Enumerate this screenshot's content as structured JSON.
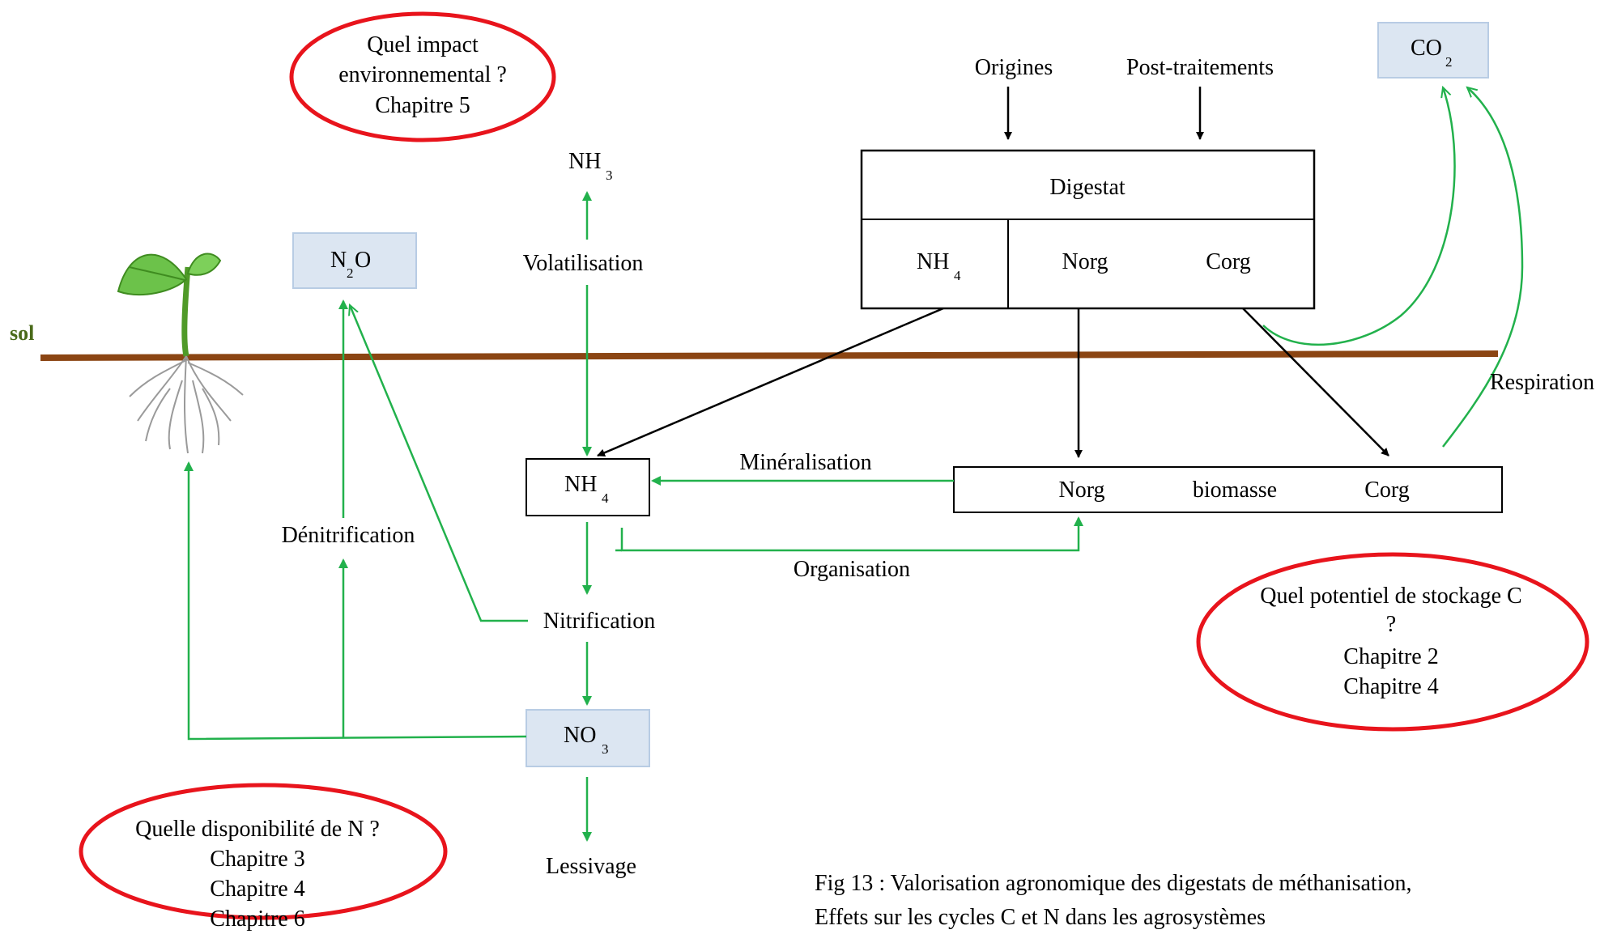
{
  "soil_label": "sol",
  "top": {
    "origins": "Origines",
    "post_treatments": "Post-traitements",
    "co2": {
      "base": "CO",
      "sub": "2"
    },
    "nh3": {
      "base": "NH",
      "sub": "3"
    },
    "n2o": {
      "base": "N",
      "sub": "2",
      "tail": "O"
    }
  },
  "digestat_box": {
    "title": "Digestat",
    "nh4": {
      "base": "NH",
      "sub": "4"
    },
    "norg": "Norg",
    "corg": "Corg"
  },
  "processes": {
    "volatilisation": "Volatilisation",
    "denitrification": "Dénitrification",
    "mineralisation": "Minéralisation",
    "organisation": "Organisation",
    "nitrification": "Nitrification",
    "lessivage": "Lessivage",
    "respiration": "Respiration"
  },
  "pools": {
    "nh4": {
      "base": "NH",
      "sub": "4"
    },
    "no3": {
      "base": "NO",
      "sub": "3"
    },
    "biomass": {
      "norg": "Norg",
      "label": "biomasse",
      "corg": "Corg"
    }
  },
  "callouts": {
    "impact": [
      "Quel impact",
      "environnemental ?",
      "Chapitre 5"
    ],
    "availability": [
      "Quelle disponibilité de N ?",
      "Chapitre 3",
      "Chapitre 4",
      "Chapitre 6"
    ],
    "storage": [
      "Quel potentiel de stockage C",
      "?",
      "Chapitre 2",
      "Chapitre 4"
    ]
  },
  "caption": [
    "Fig 13 : Valorisation agronomique des digestats de méthanisation,",
    "Effets sur les cycles C et N dans les agrosystèmes"
  ],
  "colors": {
    "green_arrow": "#22b14c",
    "soil_line": "#8b4513",
    "callout_red": "#e8141c",
    "gas_box_fill": "#dce6f2",
    "gas_box_stroke": "#b8cce4"
  }
}
